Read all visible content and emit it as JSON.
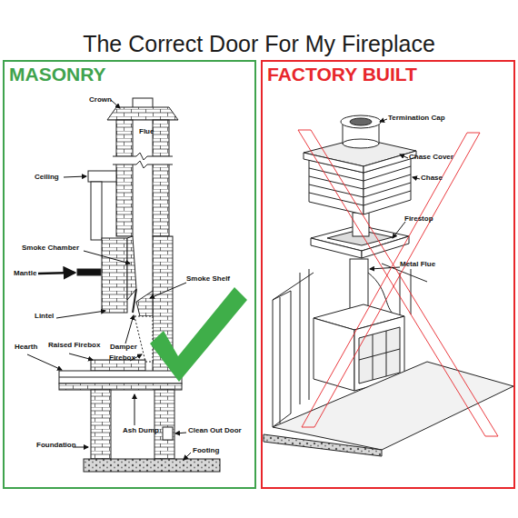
{
  "diagram": {
    "title": "The Correct Door For My Fireplace",
    "nodes": [
      {
        "text": [
          "MASONRY"
        ]
      },
      {
        "text": [
          "FACTORY BUILT"
        ]
      }
    ],
    "labels": [
      "Crown",
      "Flue",
      "Ceiling",
      "Smoke Chamber",
      "Mantle",
      "Smoke Shelf",
      "Lintel",
      "Hearth",
      "Raised Firebox",
      "Damper",
      "Firebox",
      "Ash Dump",
      "Clean Out Door",
      "Foundation",
      "Footing",
      "Termination Cap",
      "Chase Cover",
      "Chase",
      "Firestop",
      "Metal Flue"
    ]
  }
}
